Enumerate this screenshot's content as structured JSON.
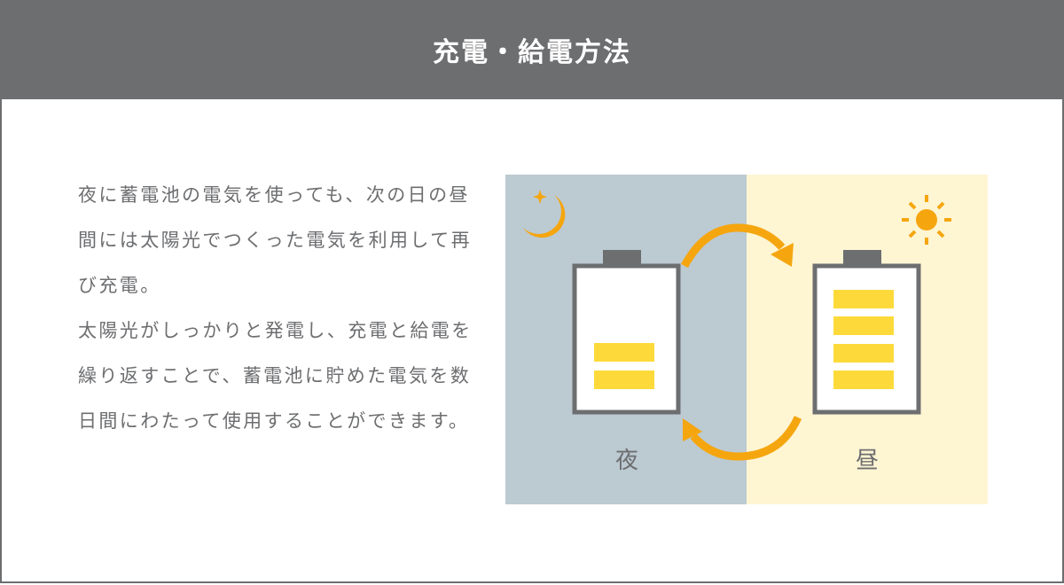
{
  "header": {
    "title": "充電・給電方法"
  },
  "description": {
    "paragraphs": [
      "夜に蓄電池の電気を使っても、次の日の昼間には太陽光でつくった電気を利用して再び充電。",
      "太陽光がしっかりと発電し、充電と給電を繰り返すことで、蓄電池に貯めた電気を数日間にわたって使用することができます。"
    ]
  },
  "illustration": {
    "night_label": "夜",
    "day_label": "昼",
    "night_battery_level": 0.5,
    "day_battery_level": 1.0,
    "colors": {
      "night_bg": "#bccad2",
      "day_bg": "#fef5d3",
      "accent": "#f5a60f",
      "bar": "#fdda3a",
      "battery": "#6d6e70"
    }
  }
}
